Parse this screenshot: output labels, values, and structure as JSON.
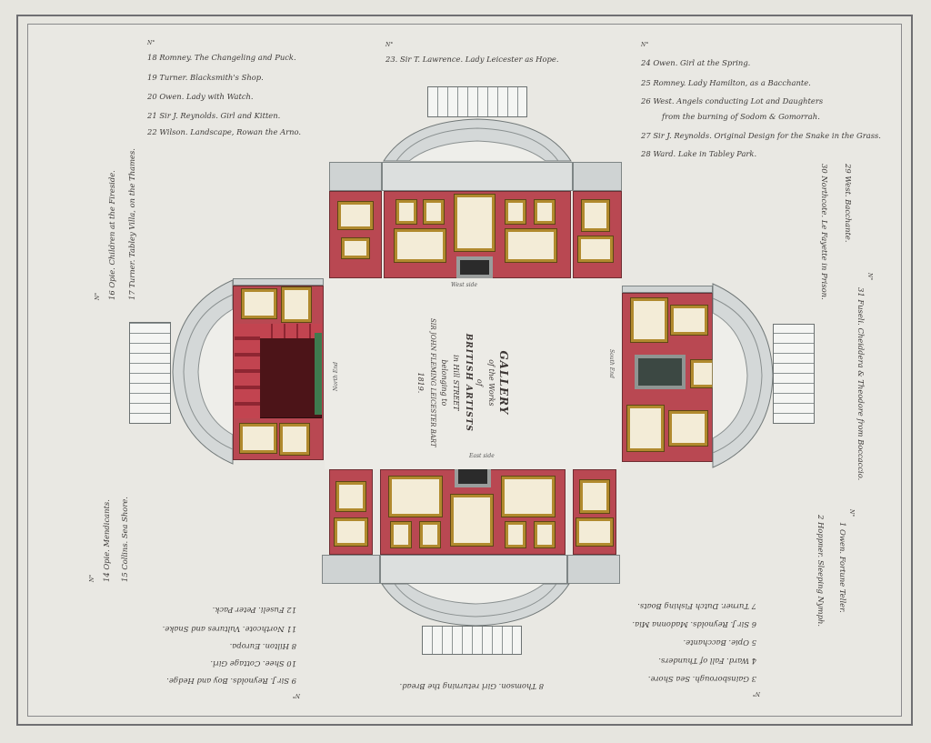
{
  "top_left_notes": {
    "n_mark": "N°",
    "items": [
      "18 Romney. The Changeling and Puck.",
      "19 Turner. Blacksmith's Shop.",
      "20 Owen. Lady with Watch.",
      "21 Sir J. Reynolds. Girl and Kitten.",
      "22 Wilson. Landscape, Rowan the Arno."
    ]
  },
  "top_center_notes": {
    "n_mark": "N°",
    "items": [
      "23. Sir T. Lawrence. Lady Leicester as Hope."
    ]
  },
  "top_right_notes": {
    "n_mark": "N°",
    "items": [
      "24 Owen. Girl at the Spring.",
      "25 Romney. Lady Hamilton, as a Bacchante.",
      "26 West. Angels conducting Lot and Daughters",
      "from the burning of Sodom & Gomorrah.",
      "27 Sir J. Reynolds. Original Design for the Snake in the Grass.",
      "28 Ward. Lake in Tabley Park."
    ]
  },
  "left_upper_notes": {
    "n_mark": "N°",
    "items": [
      "16 Opie. Children at the Fireside.",
      "17 Turner. Tabley Villa, on the Thames."
    ]
  },
  "left_lower_notes": {
    "n_mark": "N°",
    "items": [
      "14 Opie. Mendicants.",
      "15 Collins. Sea Shore."
    ]
  },
  "right_upper_notes": {
    "n_mark": "N°",
    "items": [
      "29 West. Bacchante.",
      "30 Northcote. Le Fayette in Prison.",
      "31 Fuseli. Cheiddera & Theodore from Boccaccio."
    ]
  },
  "right_lower_notes": {
    "n_mark": "N°",
    "items": [
      "1 Owen. Fortune Teller.",
      "2 Hoppner. Sleeping Nymph."
    ]
  },
  "bottom_right_notes": {
    "n_mark": "N°",
    "items": [
      "3 Gainsborough. Sea Shore.",
      "4 Ward. Fall of Thunders.",
      "5 Opie. Bacchante.",
      "6 Sir J. Reynolds. Madonna Mia.",
      "7 Turner. Dutch Fishing Boats."
    ]
  },
  "bottom_center_notes": {
    "items": [
      "8 Thomson. Girl returning the Bread."
    ]
  },
  "bottom_left_notes": {
    "n_mark": "N°",
    "items": [
      "9 Sir J. Reynolds. Boy and Hedge.",
      "10 Shee. Cottage Girl.",
      "8 Hilton. Europa.",
      "11 Northcote. Vultures and Snake.",
      "12 Fuseli. Peter Pack."
    ]
  },
  "room_labels": {
    "west": "West side",
    "east": "East side",
    "north": "North End",
    "south": "South End"
  },
  "title_block": {
    "line1": "GALLERY",
    "line2": "of the Works",
    "line3": "of",
    "line4": "BRITISH ARTISTS",
    "line5": "in Hill STREET",
    "line6": "belonging to",
    "line7": "SIR JOHN FLEMING LEICESTER BART",
    "year": "1819."
  }
}
